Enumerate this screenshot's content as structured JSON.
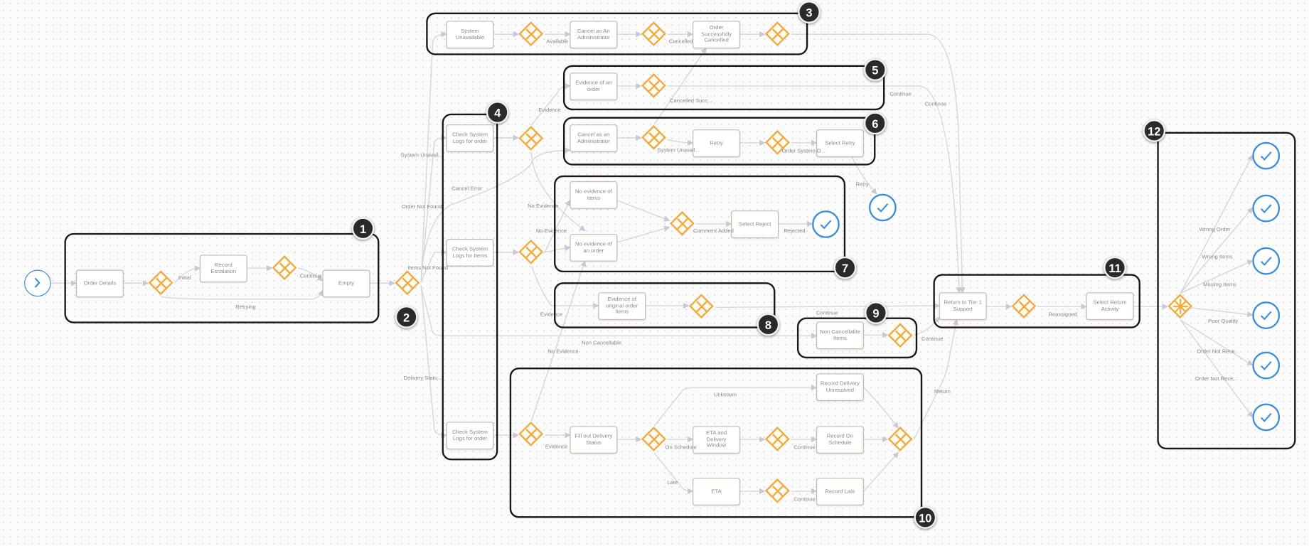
{
  "colors": {
    "gateway": "#f0a93f",
    "event": "#3f8ed8",
    "task_border": "#c9b9a6",
    "flow": "#d6d6e0",
    "group": "#161616"
  },
  "icons": {
    "start": "chevron-right-icon",
    "end": "checkmark-icon",
    "exclusive": "x-icon",
    "parallel": "asterisk-icon"
  },
  "tasks": {
    "order_details": "Order Details",
    "record_escalation": "Record Escalation",
    "empty": "Empty",
    "system_unavailable": "System Unavailable",
    "cancel_admin_top": "Cancel as An Administrator",
    "order_cancelled": "Order Successfully Cancelled",
    "evidence_of_order": "Evidence of an order",
    "check_logs_order_1": "Check System Logs for order",
    "check_logs_items": "Check System Logs for Items",
    "check_logs_order_2": "Check System Logs for order",
    "cancel_admin": "Cancel as an Administrator",
    "retry": "Retry",
    "select_retry": "Select Retry",
    "no_evidence_items": "No evidence of items",
    "no_evidence_order": "No evidence of an order",
    "select_reject": "Select Reject",
    "evidence_original": "Evidence of original order items",
    "non_cancellable": "Non Cancellable Items",
    "return_tier1": "Return to Tier 1 Support",
    "select_return": "Select Return Activity",
    "record_unresolved": "Record Delivery Unresolved",
    "fill_delivery": "Fill out Delivery Status",
    "eta_window": "ETA and Delivery Window",
    "record_schedule": "Record On Schedule",
    "eta": "ETA",
    "record_late": "Record Late"
  },
  "labels": {
    "initial": "Initial",
    "continue_1": "Continue",
    "retrying": "Retrying",
    "available": "Available",
    "cancelled": "Cancelled",
    "system_unavail_1": "System Unavail...",
    "order_not_found": "Order Not Found",
    "items_not_found": "Items Not Found",
    "delivery_status": "Delivery Statu...",
    "evidence_1": "Evidence",
    "cancel_error": "Cancel Error",
    "cancelled_succ": "Cancelled Succ...",
    "system_unavail_2": "System Unavail...",
    "order_system_o": "Order System O...",
    "retry": "Retry",
    "continue_top_1": "Continue",
    "continue_top_2": "Continue",
    "no_evidence_1": "No Evidence",
    "no_evidence_2": "No Evidence",
    "comment_added": "Comment Added",
    "rejected": "Rejected",
    "evidence_2": "Evidence",
    "continue_8": "Continue",
    "non_cancellable": "Non Cancellable",
    "continue_9": "Continue",
    "reassigned": "Reassigned",
    "no_evidence_3": "No Evidence",
    "return": "Return",
    "unknown": "Unknown",
    "evidence_3": "Evidence",
    "on_schedule": "On Schedule",
    "continue_10a": "Continue",
    "late": "Late",
    "continue_10b": "Continue",
    "wrong_order": "Wrong Order",
    "wrong_items": "Wrong Items",
    "missing_items": "Missing Items",
    "poor_quality": "Poor Quality",
    "order_not_rece_1": "Order Not Rece...",
    "order_not_rece_2": "Order Not Rece..."
  },
  "groups": [
    "1",
    "2",
    "3",
    "4",
    "5",
    "6",
    "7",
    "8",
    "9",
    "10",
    "11",
    "12"
  ]
}
